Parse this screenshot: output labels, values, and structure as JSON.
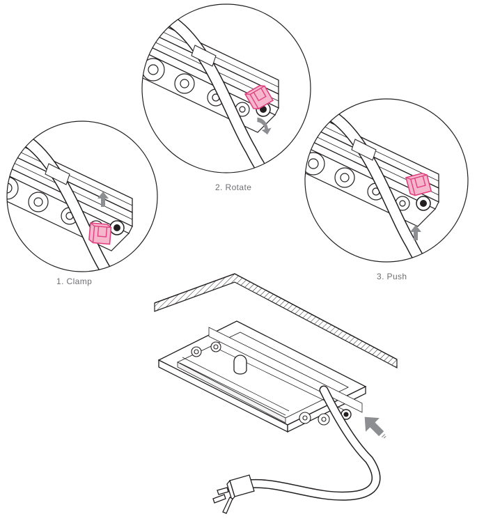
{
  "steps": [
    {
      "label": "1. Clamp"
    },
    {
      "label": "2. Rotate"
    },
    {
      "label": "3. Push"
    }
  ],
  "colors": {
    "line": "#231f20",
    "accent": "#e0407f",
    "arrow": "#8c8e91",
    "label": "#6d6e71",
    "circle": "#231f20",
    "background": "#ffffff"
  },
  "icons": {
    "step_arrow": "up-arrow-icon",
    "rotate_arrow": "rotate-arrow-icon",
    "insert_arrow": "insert-arrow-icon",
    "plug": "power-plug-icon",
    "clip": "clamp-clip-icon"
  }
}
